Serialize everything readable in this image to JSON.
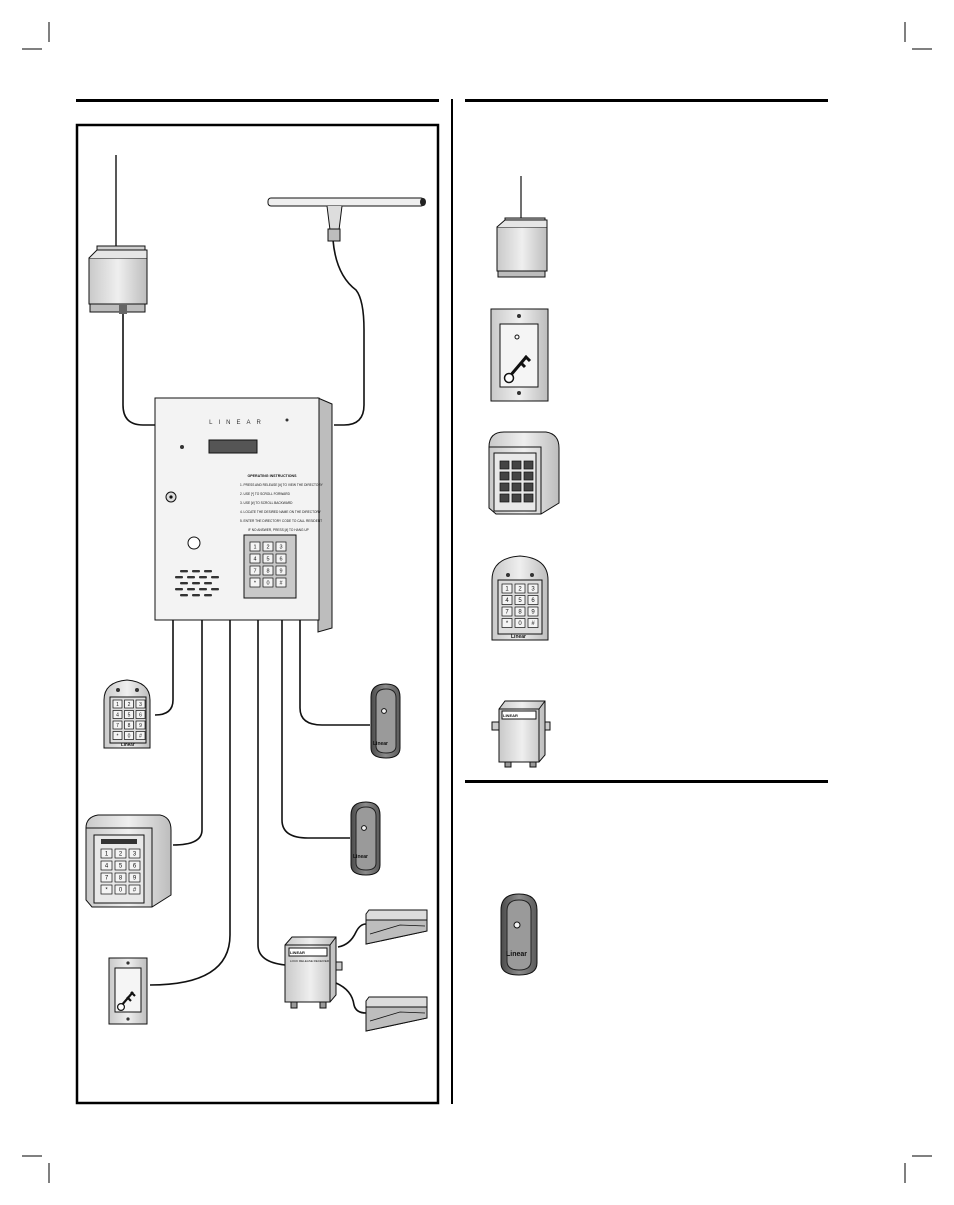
{
  "panel": {
    "brand": "LINEAR",
    "instructions_title": "OPERATING INSTRUCTIONS",
    "instructions": [
      "1. PRESS AND RELEASE [#] TO VIEW THE DIRECTORY",
      "2. USE [*] TO SCROLL FORWARD",
      "3. USE [#] TO SCROLL BACKWARD",
      "4. LOCATE THE DESIRED NAME ON THE DIRECTORY",
      "5. ENTER THE DIRECTORY CODE TO CALL RESIDENT",
      "IF NO ANSWER, PRESS [#] TO HANG UP"
    ]
  },
  "keypad_keys": [
    "1",
    "2",
    "3",
    "4",
    "5",
    "6",
    "7",
    "8",
    "9",
    "*",
    "0",
    "#"
  ],
  "device_brand": "Linear",
  "receiver_label": "LINEAR",
  "receiver_caption": "LOCK RELEASE RECEIVER"
}
